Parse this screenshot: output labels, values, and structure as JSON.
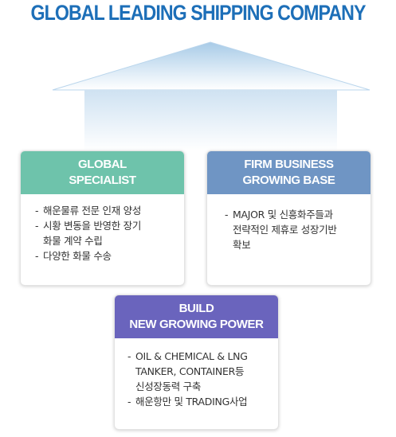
{
  "headline": "GLOBAL LEADING SHIPPING COMPANY",
  "colors": {
    "headline": "#1d6fb8",
    "roof": "#a8cbe7",
    "global_specialist": "#6ec3ab",
    "firm_business": "#6f95c4",
    "build_power": "#6a64bd"
  },
  "cards": {
    "global": {
      "title_lines": [
        "GLOBAL",
        "SPECIALIST"
      ],
      "items": [
        [
          "해운물류 전문 인재 양성"
        ],
        [
          "시황 변동을 반영한 장기",
          "화물 계약 수립"
        ],
        [
          "다양한 화물 수송"
        ]
      ]
    },
    "firm": {
      "title_lines": [
        "FIRM BUSINESS",
        "GROWING BASE"
      ],
      "items": [
        [
          "MAJOR 및 신흥화주들과",
          "전략적인 제휴로 성장기반",
          "확보"
        ]
      ]
    },
    "build": {
      "title_lines": [
        "BUILD",
        "NEW GROWING POWER"
      ],
      "items": [
        [
          "OIL & CHEMICAL & LNG",
          "TANKER, CONTAINER등",
          "신성장동력 구축"
        ],
        [
          "해운항만 및 TRADING사업"
        ]
      ]
    }
  }
}
